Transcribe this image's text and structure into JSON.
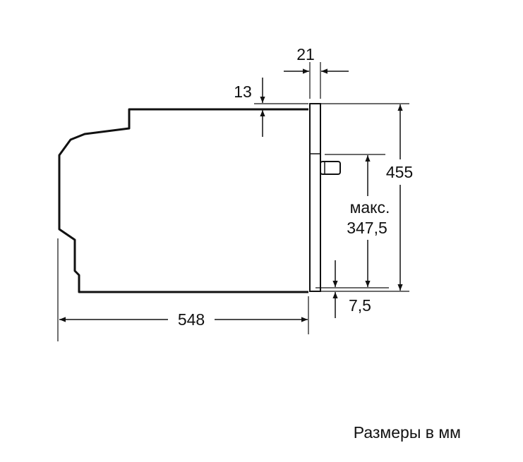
{
  "colors": {
    "line": "#111111",
    "background": "#ffffff"
  },
  "dimensions": {
    "depth": "548",
    "front_panel_thickness": "21",
    "top_offset": "13",
    "total_height": "455",
    "max_label": "макс.",
    "max_height": "347,5",
    "bottom_offset": "7,5"
  },
  "caption": "Размеры в мм"
}
